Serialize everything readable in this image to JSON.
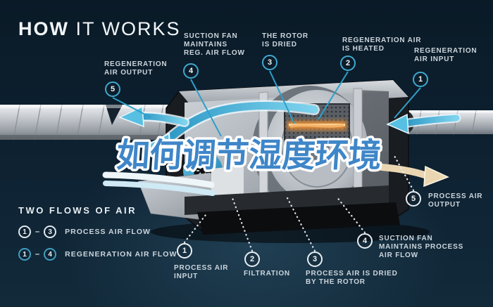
{
  "title": {
    "word_bold": "HOW",
    "word_light": " IT WORKS"
  },
  "overlay_title": "如何调节湿度环境",
  "colors": {
    "background": "#0e2232",
    "accent_cyan": "#3fa9cf",
    "leader_white": "#e8eef2",
    "heater_orange": "#e08a34",
    "overlay_blue": "#3e86c8",
    "process_output_cream": "#ead7b2"
  },
  "top_callouts": [
    {
      "num": "5",
      "label": "REGENERATION\nAIR OUTPUT"
    },
    {
      "num": "4",
      "label": "SUCTION FAN\nMAINTAINS\nREG. AIR FLOW"
    },
    {
      "num": "3",
      "label": "THE ROTOR\nIS DRIED"
    },
    {
      "num": "2",
      "label": "REGENERATION AIR\nIS HEATED"
    },
    {
      "num": "1",
      "label": "REGENERATION\nAIR INPUT"
    }
  ],
  "bottom_callouts": [
    {
      "num": "1",
      "label": "PROCESS AIR\nINPUT"
    },
    {
      "num": "2",
      "label": "FILTRATION"
    },
    {
      "num": "3",
      "label": "PROCESS AIR IS DRIED\nBY THE ROTOR"
    },
    {
      "num": "4",
      "label": "SUCTION FAN\nMAINTAINS PROCESS\nAIR FLOW"
    },
    {
      "num": "5",
      "label": "PROCESS AIR\nOUTPUT"
    }
  ],
  "legend": {
    "title": "TWO FLOWS OF AIR",
    "rows": [
      {
        "start": "1",
        "dash": "–",
        "end": "3",
        "label": "PROCESS AIR FLOW"
      },
      {
        "start": "1",
        "dash": "–",
        "end": "4",
        "label": "REGENERATION AIR FLOW"
      }
    ]
  }
}
